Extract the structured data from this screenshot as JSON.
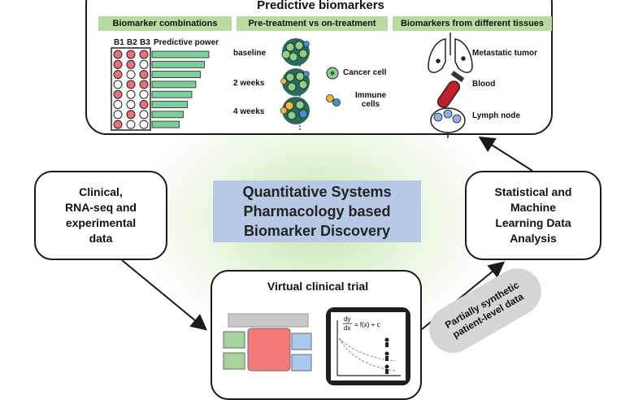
{
  "top_panel": {
    "title": "Predictive biomarkers",
    "sections": {
      "combinations": {
        "header": "Biomarker combinations",
        "col_labels": [
          "B1",
          "B2",
          "B3"
        ],
        "power_label": "Predictive power",
        "grid": [
          [
            "red",
            "red",
            "red"
          ],
          [
            "red",
            "red",
            "white"
          ],
          [
            "red",
            "white",
            "red"
          ],
          [
            "white",
            "red",
            "red"
          ],
          [
            "red",
            "white",
            "white"
          ],
          [
            "white",
            "white",
            "red"
          ],
          [
            "white",
            "red",
            "white"
          ],
          [
            "red",
            "white",
            "white"
          ]
        ],
        "bar_levels": [
          1.0,
          0.92,
          0.85,
          0.77,
          0.7,
          0.62,
          0.55,
          0.48
        ],
        "colors": {
          "marker_on": "#e8707a",
          "bar": "#7ccf9a"
        }
      },
      "treatment": {
        "header": "Pre-treatment vs on-treatment",
        "timepoints": [
          "baseline",
          "2 weeks",
          "4 weeks"
        ],
        "legend_cancer": "Cancer cell",
        "legend_immune": "Immune cells"
      },
      "tissues": {
        "header": "Biomarkers from different tissues",
        "items": [
          "Metastatic tumor",
          "Blood",
          "Lymph node"
        ]
      }
    }
  },
  "left_box": {
    "lines": [
      "Clinical,",
      "RNA-seq and",
      "experimental",
      "data"
    ]
  },
  "center_title": {
    "lines": [
      "Quantitative Systems",
      "Pharmacology based",
      "Biomarker Discovery"
    ]
  },
  "right_box": {
    "lines": [
      "Statistical and",
      "Machine",
      "Learning Data",
      "Analysis"
    ]
  },
  "vct": {
    "title": "Virtual clinical trial",
    "eq_num": "dy",
    "eq_den": "dx",
    "eq_rhs": "= f(x) + c"
  },
  "synthetic_label": {
    "lines": [
      "Partially synthetic",
      "patient-level data"
    ]
  },
  "colors": {
    "section_header": "#b9dba2",
    "center_title_bg": "#b8c9e6",
    "glow": "#96cd6e"
  }
}
